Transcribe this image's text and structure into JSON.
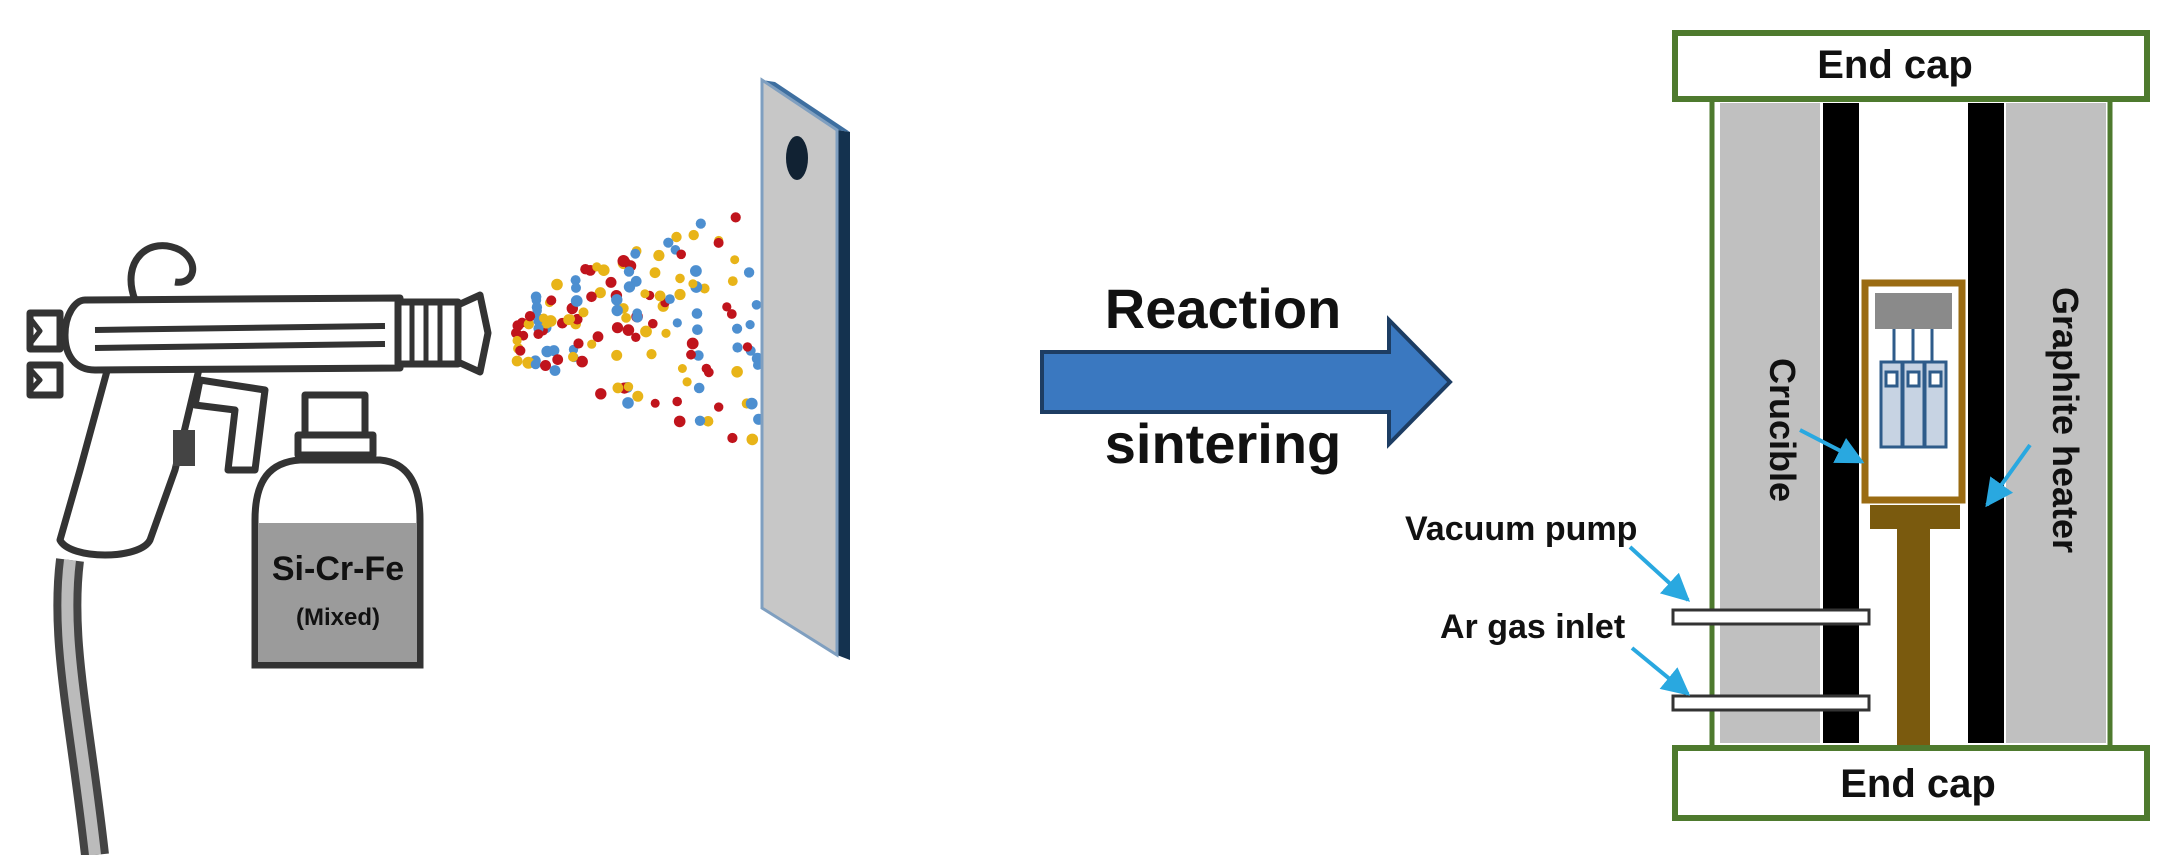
{
  "spray": {
    "container_label": "Si-Cr-Fe",
    "container_sublabel": "(Mixed)",
    "particle_colors": [
      "#c0141c",
      "#e8b418",
      "#4d8fd0"
    ]
  },
  "process_arrow": {
    "label_line1": "Reaction",
    "label_line2": "sintering",
    "color": "#3a78c0"
  },
  "furnace": {
    "top_cap_label": "End cap",
    "bottom_cap_label": "End cap",
    "crucible_label": "Crucible",
    "heater_label": "Graphite heater",
    "vacuum_label": "Vacuum pump",
    "ar_label": "Ar gas inlet",
    "frame_color": "#4e7a2e",
    "pointer_color": "#29a8e0"
  }
}
